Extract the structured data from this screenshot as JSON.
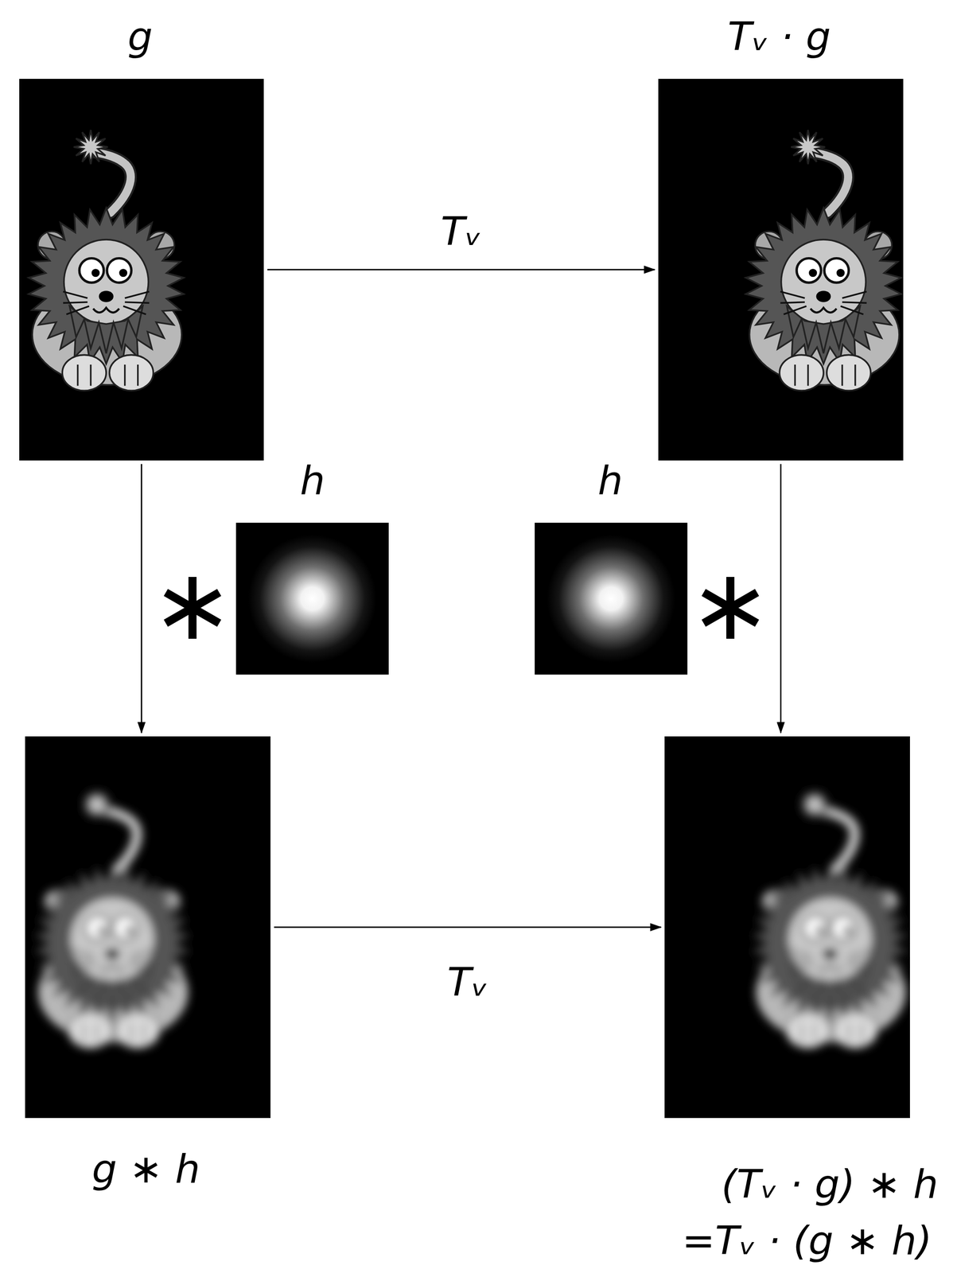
{
  "diagram": {
    "nodes": [
      {
        "text": [
          "g"
        ]
      },
      {
        "text": [
          "Tᵥ · g"
        ]
      },
      {
        "text": [
          "h"
        ]
      },
      {
        "text": [
          "h"
        ]
      },
      {
        "text": [
          "g ∗ h"
        ]
      },
      {
        "text": [
          "(Tᵥ · g) ∗ h",
          "=Tᵥ · (g ∗ h)"
        ]
      }
    ],
    "edges": [
      {
        "from": 0,
        "to": 1,
        "arrow": "to",
        "label": "Tᵥ"
      },
      {
        "from": 0,
        "to": 4,
        "arrow": "to"
      },
      {
        "from": 1,
        "to": 5,
        "arrow": "to"
      },
      {
        "from": 4,
        "to": 5,
        "arrow": "to",
        "label": "Tᵥ"
      }
    ],
    "labels": [
      "∗",
      "∗"
    ]
  }
}
